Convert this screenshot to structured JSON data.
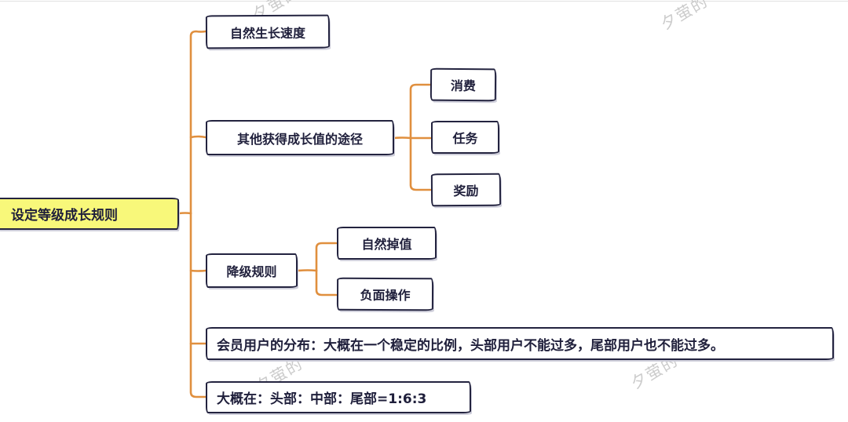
{
  "root": {
    "label": "设定等级成长规则"
  },
  "branches": [
    {
      "label": "自然生长速度",
      "children": []
    },
    {
      "label": "其他获得成长值的途径",
      "children": [
        {
          "label": "消费"
        },
        {
          "label": "任务"
        },
        {
          "label": "奖励"
        }
      ]
    },
    {
      "label": "降级规则",
      "children": [
        {
          "label": "自然掉值"
        },
        {
          "label": "负面操作"
        }
      ]
    },
    {
      "label": "会员用户的分布：大概在一个稳定的比例，头部用户不能过多，尾部用户也不能过多。",
      "children": []
    },
    {
      "label": "大概在：头部：中部：尾部=1:6:3",
      "children": []
    }
  ],
  "watermark": {
    "text": "夕萤的"
  },
  "colors": {
    "connector": "#E08F3E",
    "root_background": "#F8F87A",
    "node_border": "#23233F",
    "node_text": "#1F1F3B",
    "watermark": "#CBCBCB"
  }
}
